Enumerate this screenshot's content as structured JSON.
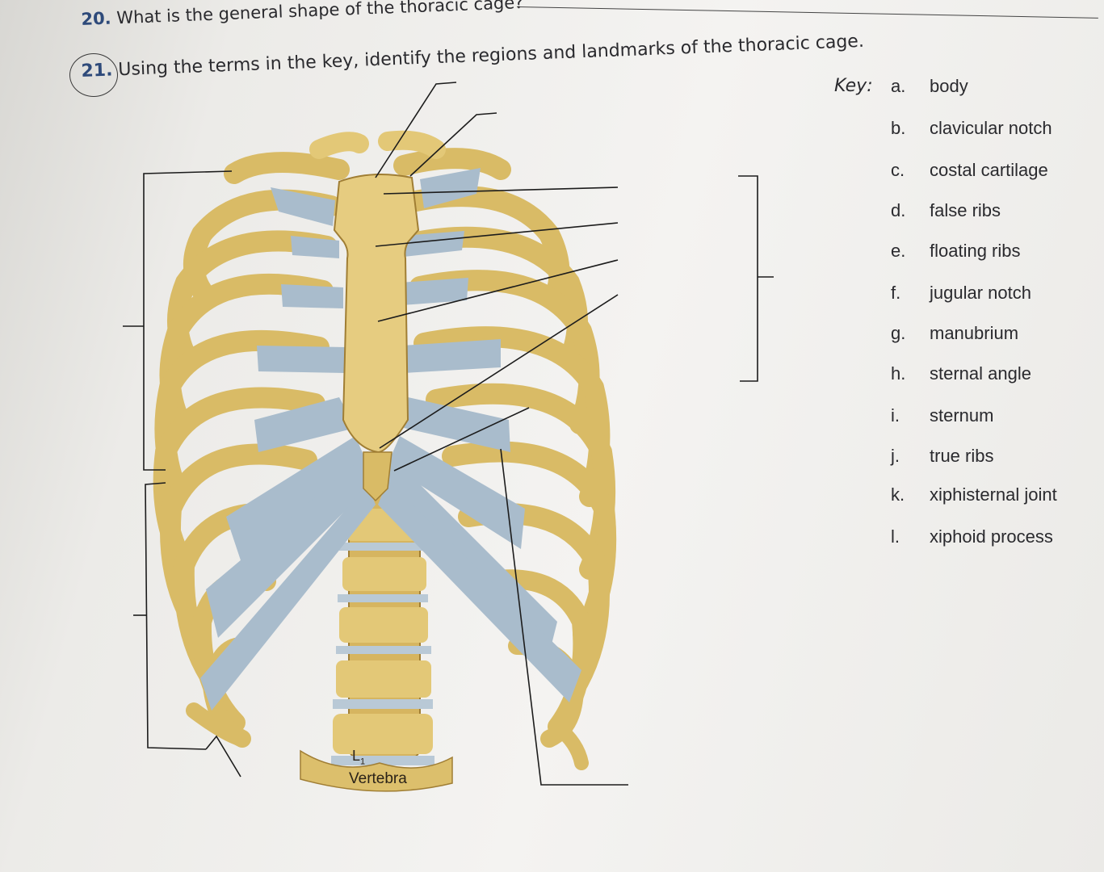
{
  "question20": {
    "number": "20.",
    "text": "What is the general shape of the thoracic cage?"
  },
  "question21": {
    "number": "21.",
    "text": "Using the terms in the key, identify the regions and landmarks of the thoracic cage."
  },
  "key": {
    "label": "Key:",
    "items": [
      {
        "letter": "a.",
        "term": "body"
      },
      {
        "letter": "b.",
        "term": "clavicular notch"
      },
      {
        "letter": "c.",
        "term": "costal cartilage"
      },
      {
        "letter": "d.",
        "term": "false ribs"
      },
      {
        "letter": "e.",
        "term": "floating ribs"
      },
      {
        "letter": "f.",
        "term": "jugular notch"
      },
      {
        "letter": "g.",
        "term": "manubrium"
      },
      {
        "letter": "h.",
        "term": "sternal angle"
      },
      {
        "letter": "i.",
        "term": "sternum"
      },
      {
        "letter": "j.",
        "term": "true ribs"
      },
      {
        "letter": "k.",
        "term": "xiphisternal joint"
      },
      {
        "letter": "l.",
        "term": "xiphoid process"
      }
    ]
  },
  "diagram": {
    "vertebra_level": "L",
    "vertebra_subscript": "1",
    "vertebra_label": "Vertebra",
    "colors": {
      "bone": "#e3c877",
      "bone_dark": "#b8903e",
      "cartilage": "#a9bccc",
      "leader_line": "#1c1c1c"
    }
  }
}
